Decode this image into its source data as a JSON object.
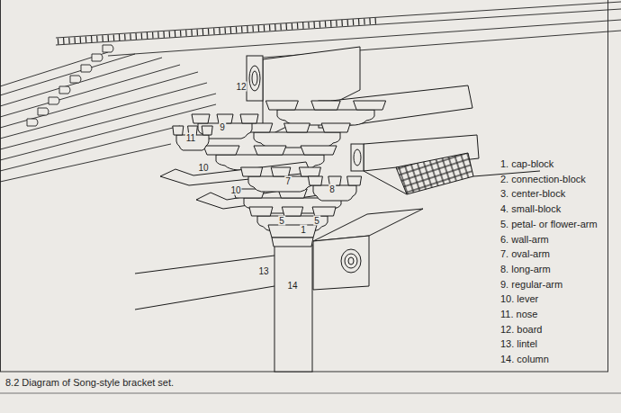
{
  "diagram": {
    "caption": "8.2 Diagram of Song-style bracket set.",
    "labels": [
      "12",
      "11",
      "9",
      "10",
      "10",
      "7",
      "8",
      "5",
      "5",
      "1",
      "13",
      "14",
      "1. cap-block",
      "2. connection-block",
      "3. center-block",
      "4. small-block",
      "5. petal- or flower-arm",
      "6. wall-arm",
      "7. oval-arm",
      "8. long-arm",
      "9. regular-arm",
      "10. lever",
      "11. nose",
      "12. board",
      "13. lintel",
      "14. column"
    ]
  }
}
